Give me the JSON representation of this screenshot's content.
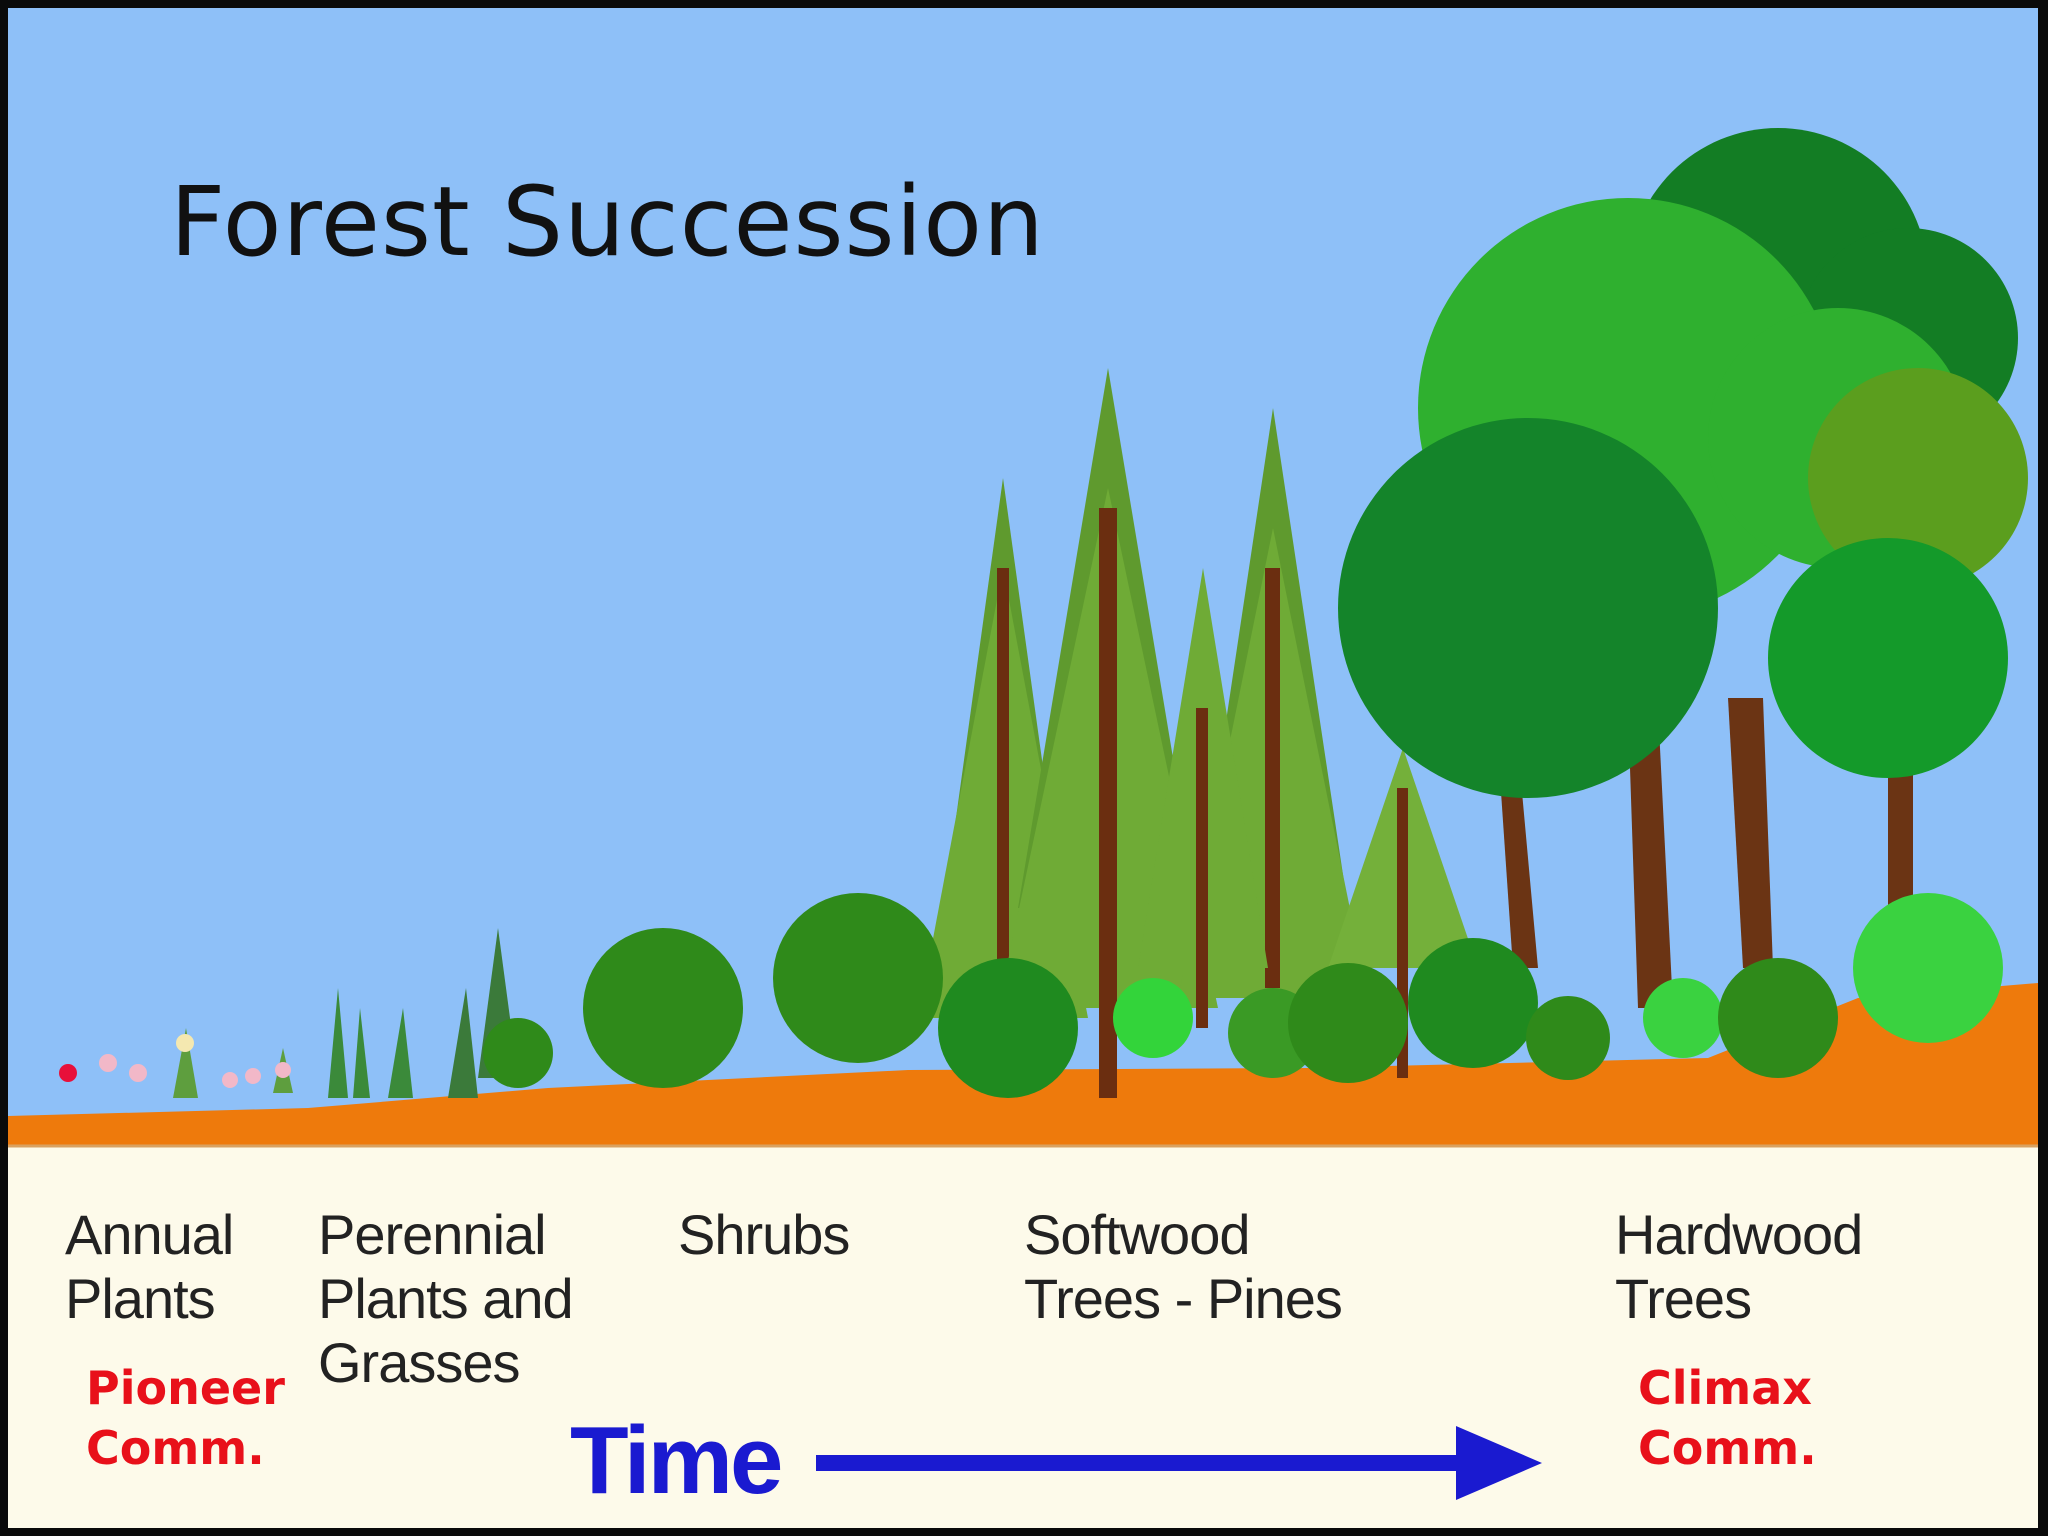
{
  "title": "Forest Succession",
  "stages": [
    {
      "lines": [
        "Annual",
        "Plants"
      ]
    },
    {
      "lines": [
        "Perennial",
        "Plants and",
        "Grasses"
      ]
    },
    {
      "lines": [
        "Shrubs"
      ]
    },
    {
      "lines": [
        "Softwood",
        "Trees - Pines"
      ]
    },
    {
      "lines": [
        "Hardwood",
        "Trees"
      ]
    }
  ],
  "pioneer": {
    "lines": [
      "Pioneer",
      "Comm."
    ]
  },
  "climax": {
    "lines": [
      "Climax",
      "Comm."
    ]
  },
  "time_label": "Time",
  "colors": {
    "sky": "#8ec0f8",
    "soil": "#ee7a0c",
    "ground_panel": "#fdfaea",
    "community_label": "#e8101a",
    "time_arrow": "#1a1ad0"
  }
}
